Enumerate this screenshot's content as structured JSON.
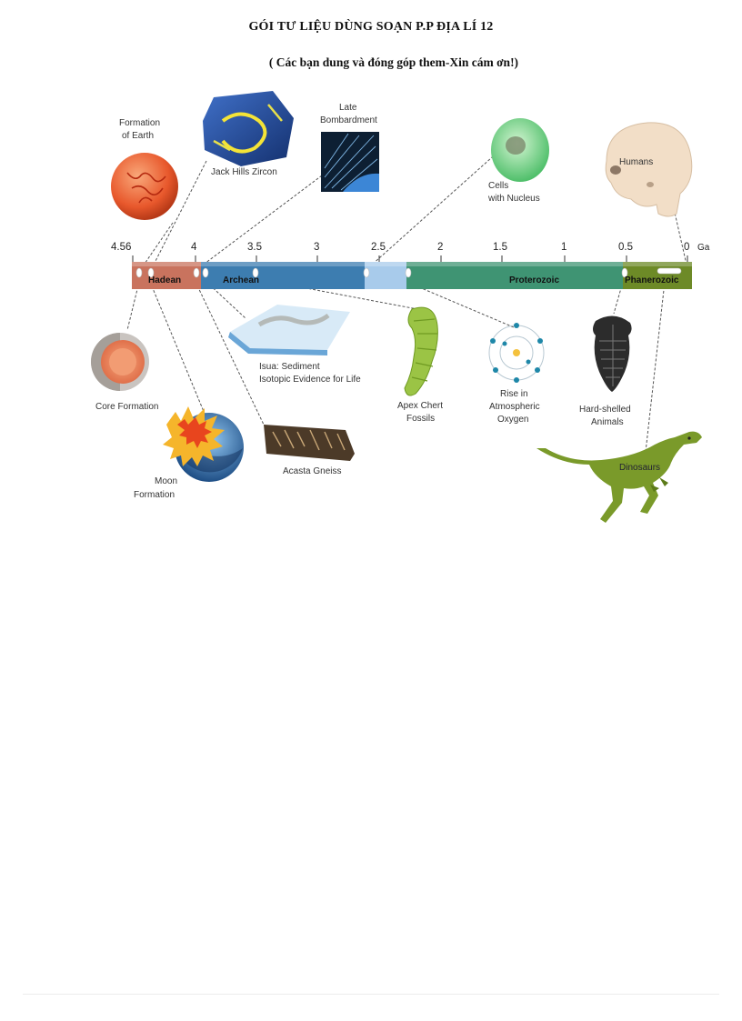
{
  "page": {
    "title": "GÓI TƯ LIỆU DÙNG SOẠN P.P ĐỊA LÍ 12",
    "subtitle": "( Các bạn dung và đóng góp them-Xin cám ơn!)"
  },
  "timeline": {
    "unit": "Ga",
    "ticks": [
      "4.56",
      "4",
      "3.5",
      "3",
      "2.5",
      "2",
      "1.5",
      "1",
      "0.5",
      "0"
    ],
    "eons": [
      "Hadean",
      "Archean",
      "Proterozoic",
      "Phanerozoic"
    ]
  },
  "events": {
    "formation_of_earth": [
      "Formation",
      "of Earth"
    ],
    "jack_hills_zircon": "Jack Hills Zircon",
    "late_bombardment": [
      "Late",
      "Bombardment"
    ],
    "cells_with_nucleus": [
      "Cells",
      "with Nucleus"
    ],
    "humans": "Humans",
    "core_formation": "Core Formation",
    "moon_formation": [
      "Moon",
      "Formation"
    ],
    "isua": [
      "Isua: Sediment",
      "Isotopic Evidence for Life"
    ],
    "acasta_gneiss": "Acasta Gneiss",
    "apex_chert": [
      "Apex Chert",
      "Fossils"
    ],
    "rise_oxygen": [
      "Rise in",
      "Atmospheric",
      "Oxygen"
    ],
    "hard_shelled": [
      "Hard-shelled",
      "Animals"
    ],
    "dinosaurs": "Dinosaurs"
  },
  "colors": {
    "hadean": "#c9735e",
    "archean": "#3d7db0",
    "archean_light": "#a8cbeb",
    "proterozoic": "#3f9473",
    "phanerozoic": "#6d8a27"
  }
}
